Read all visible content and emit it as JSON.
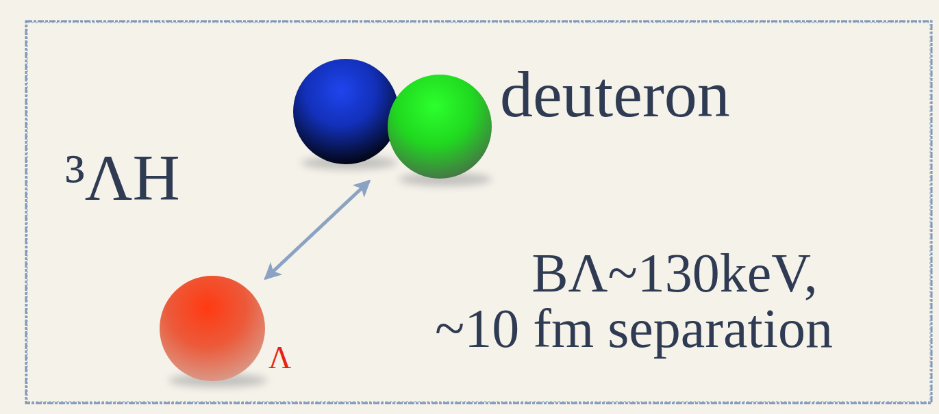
{
  "diagram": {
    "nodes": [
      {
        "text": [
          "deuteron"
        ]
      },
      {
        "text": [
          "Λ"
        ]
      }
    ],
    "edges": [
      {
        "from": 1,
        "to": 0,
        "arrow": "both"
      }
    ],
    "labels": [
      "³ΛH",
      "BΛ~130keV,",
      "~10 fm separation"
    ]
  }
}
